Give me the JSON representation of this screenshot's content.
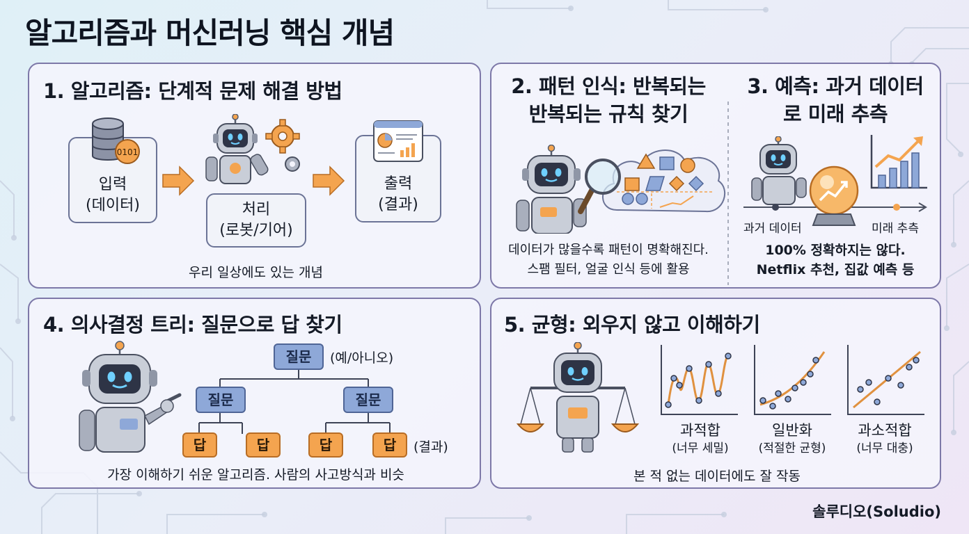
{
  "title": "알고리즘과 머신러닝 핵심 개념",
  "panel1": {
    "title": "1. 알고리즘: 단계적 문제 해결 방법",
    "input": {
      "line1": "입력",
      "line2": "(데이터)"
    },
    "process": {
      "line1": "처리",
      "line2": "(로봇/기어)"
    },
    "output": {
      "line1": "출력",
      "line2": "(결과)"
    },
    "caption": "우리 일상에도 있는 개념"
  },
  "panel2": {
    "title_line1": "2. 패턴 인식: 반복되는",
    "title_line2": "반복되는 규칙 찾기",
    "caption_line1": "데이터가 많을수록 패턴이 명확해진다.",
    "caption_line2": "스팸 필터, 얼굴 인식 등에 활용"
  },
  "panel3": {
    "title_line1": "3. 예측: 과거 데이터",
    "title_line2": "로 미래 추측",
    "past_label": "과거 데이터",
    "future_label": "미래 추측",
    "caption_line1": "100% 정확하지는 않다.",
    "caption_line2": "Netflix 추천, 집값 예측 등"
  },
  "panel4": {
    "title": "4. 의사결정 트리: 질문으로 답 찾기",
    "root": "질문",
    "root_note": "(예/아니오)",
    "left_q": "질문",
    "right_q": "질문",
    "answers": [
      "답",
      "답",
      "답",
      "답"
    ],
    "answers_note": "(결과)",
    "caption": "가장 이해하기 쉬운 알고리즘. 사람의 사고방식과 비슷"
  },
  "panel5": {
    "title": "5. 균형: 외우지 않고 이해하기",
    "graphs": [
      {
        "label": "과적합",
        "sub": "(너무 세밀)"
      },
      {
        "label": "일반화",
        "sub": "(적절한 균형)"
      },
      {
        "label": "과소적합",
        "sub": "(너무 대충)"
      }
    ],
    "caption": "본 적 없는 데이터에도 잘 작동"
  },
  "credit": "솔루디오(Soludio)",
  "colors": {
    "accent_orange": "#f4a44f",
    "node_blue": "#8ea8d8",
    "panel_border": "#7d78a8",
    "robot_gray": "#8f96a6"
  },
  "icons": [
    "database-icon",
    "robot-icon",
    "gear-icon",
    "report-icon",
    "magnifier-icon",
    "shapes-cloud-icon",
    "crystal-ball-icon",
    "growth-chart-icon",
    "balance-scale-icon",
    "arrow-right-icon"
  ]
}
